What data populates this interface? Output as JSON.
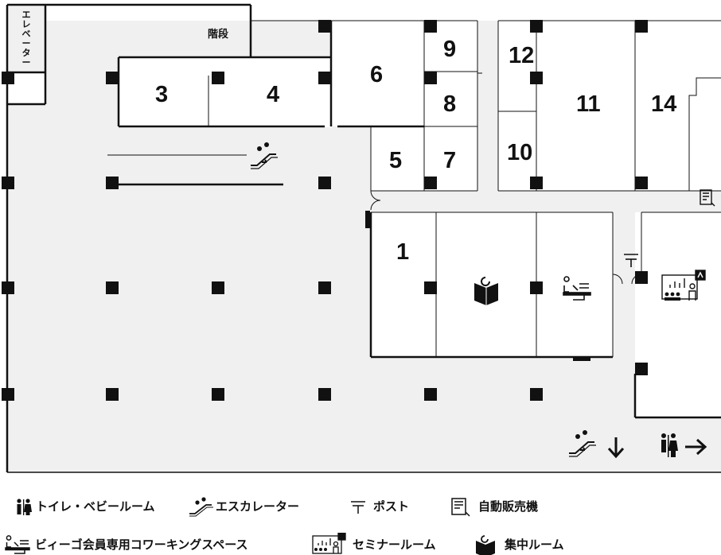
{
  "map": {
    "labels": {
      "stairs": "階段",
      "elevator": [
        "エ",
        "レ",
        "ベ",
        "ー",
        "タ",
        "ー"
      ]
    },
    "rooms": [
      {
        "id": "1",
        "label": "1"
      },
      {
        "id": "3",
        "label": "3"
      },
      {
        "id": "4",
        "label": "4"
      },
      {
        "id": "5",
        "label": "5"
      },
      {
        "id": "6",
        "label": "6"
      },
      {
        "id": "7",
        "label": "7"
      },
      {
        "id": "8",
        "label": "8"
      },
      {
        "id": "9",
        "label": "9"
      },
      {
        "id": "10",
        "label": "10"
      },
      {
        "id": "11",
        "label": "11"
      },
      {
        "id": "12",
        "label": "12"
      },
      {
        "id": "14",
        "label": "14"
      }
    ],
    "direction_hints": [
      "escalator-down",
      "toilet-right"
    ]
  },
  "legend": {
    "toilet": "トイレ・ベビールーム",
    "escalator": "エスカレーター",
    "post": "ポスト",
    "vending": "自動販売機",
    "coworking": "ビィーゴ会員専用コワーキングスペース",
    "seminar": "セミナールーム",
    "focus": "集中ルーム"
  },
  "colors": {
    "corridor": "#f0f0f0",
    "walls": "#111111",
    "background": "#ffffff"
  }
}
